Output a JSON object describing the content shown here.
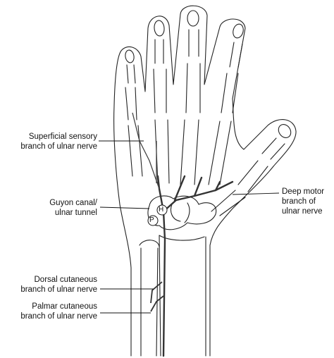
{
  "labels": {
    "superficial": [
      "Superficial sensory",
      "branch of ulnar nerve"
    ],
    "deep_motor": [
      "Deep motor",
      "branch of",
      "ulnar nerve"
    ],
    "guyon": [
      "Guyon canal/",
      "ulnar tunnel"
    ],
    "dorsal": [
      "Dorsal cutaneous",
      "branch of ulnar nerve"
    ],
    "palmar": [
      "Palmar cutaneous",
      "branch of ulnar nerve"
    ],
    "marker_h": "H",
    "marker_p": "P"
  },
  "colors": {
    "ink": "#111111",
    "nerve": "#333333",
    "background": "#ffffff"
  }
}
